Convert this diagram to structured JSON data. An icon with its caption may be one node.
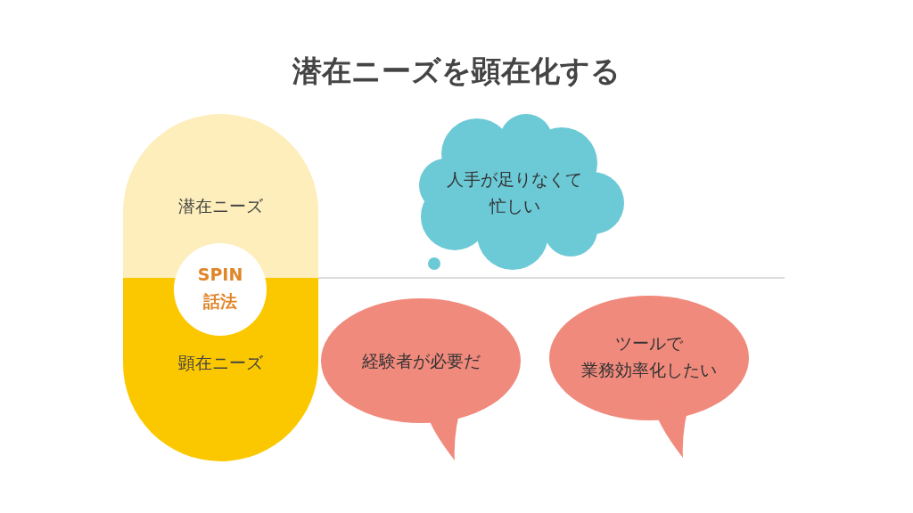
{
  "diagram": {
    "title": "潜在ニーズを顕在化する",
    "nodes": [
      {
        "text": [
          "潜在ニーズ"
        ]
      },
      {
        "text": [
          "顕在ニーズ"
        ]
      },
      {
        "text": [
          "SPIN 話法"
        ]
      },
      {
        "text": [
          "人手が足りなくて忙しい"
        ]
      },
      {
        "text": [
          "経験者が必要だ"
        ]
      },
      {
        "text": [
          "ツールで業務効率化したい"
        ]
      }
    ]
  }
}
